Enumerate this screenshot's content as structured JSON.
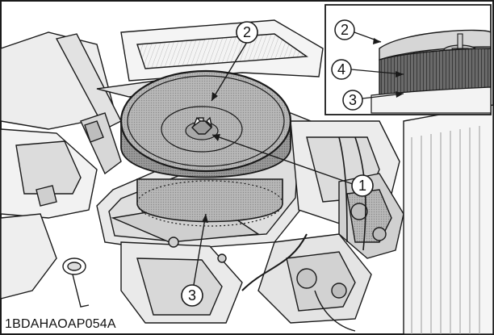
{
  "figure": {
    "id": "1BDAHAOAP054A"
  },
  "callouts": {
    "c1": "1",
    "c2": "2",
    "c3": "3"
  },
  "inset": {
    "c2": "2",
    "c4": "4",
    "c3": "3"
  },
  "colors": {
    "line": "#1a1a1a",
    "gray_light": "#e6e6e6",
    "gray_mid": "#cfcfcf",
    "gray_dark": "#8a8a8a",
    "cover": "#bdbdbd",
    "element": "#a9a9a9"
  }
}
